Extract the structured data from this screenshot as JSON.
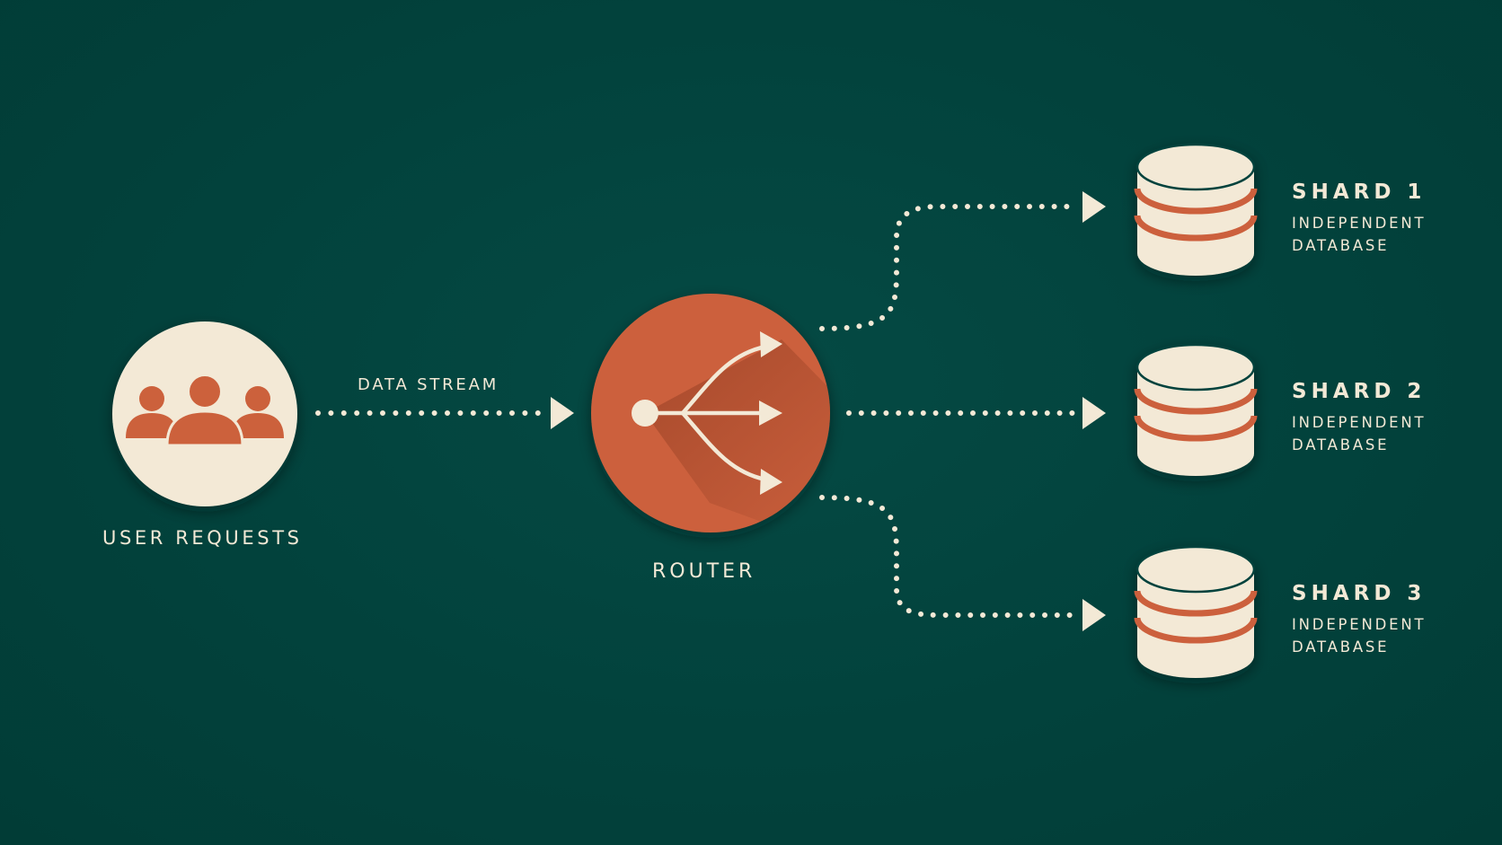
{
  "colors": {
    "background": "#02423c",
    "cream": "#f3e9d6",
    "orange": "#cc613c"
  },
  "labels": {
    "user_requests": "USER REQUESTS",
    "data_stream": "DATA STREAM",
    "router": "ROUTER"
  },
  "icons": {
    "users": "users-group-icon",
    "router": "branching-arrows-icon",
    "database": "database-cylinder-icon"
  },
  "shards": [
    {
      "title": "SHARD 1",
      "line1": "INDEPENDENT",
      "line2": "DATABASE"
    },
    {
      "title": "SHARD 2",
      "line1": "INDEPENDENT",
      "line2": "DATABASE"
    },
    {
      "title": "SHARD 3",
      "line1": "INDEPENDENT",
      "line2": "DATABASE"
    }
  ]
}
